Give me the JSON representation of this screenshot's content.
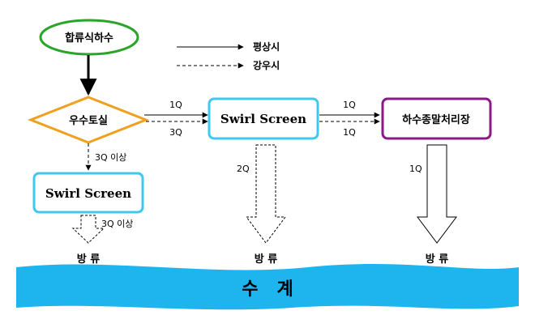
{
  "nodes": {
    "source": "합류식하수",
    "overflow_chamber": "우수토실",
    "swirl_left": "Swirl Screen",
    "swirl_center": "Swirl Screen",
    "treatment_plant": "하수종말처리장"
  },
  "legend": {
    "solid": "평상시",
    "dashed": "강우시"
  },
  "flow_labels": {
    "chamber_to_swirl_solid": "1Q",
    "chamber_to_swirl_dashed": "3Q",
    "swirl_to_plant_solid": "1Q",
    "swirl_to_plant_dashed": "1Q",
    "chamber_down": "3Q 이상",
    "left_discharge": "3Q 이상",
    "center_discharge": "2Q",
    "right_discharge": "1Q"
  },
  "discharge": {
    "left": "방 류",
    "center": "방 류",
    "right": "방 류"
  },
  "water_body": "수   계",
  "colors": {
    "source_border": "#2aa52a",
    "chamber_border": "#f0a020",
    "swirl_border": "#40c8f0",
    "plant_border": "#8a1a8a",
    "water": "#1eb4ee"
  }
}
